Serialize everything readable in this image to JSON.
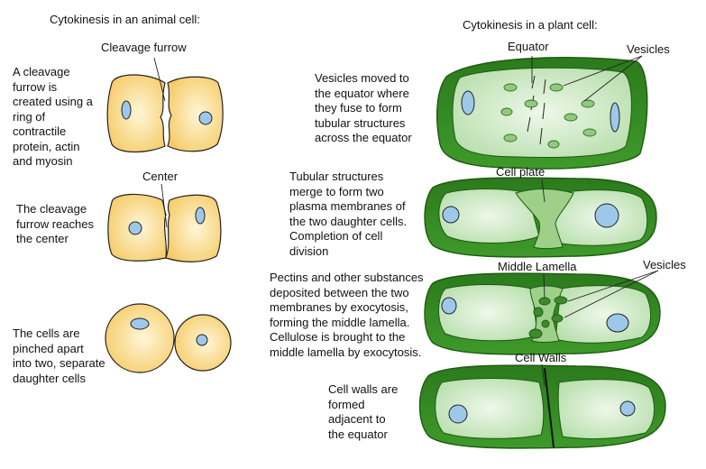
{
  "animal": {
    "heading": "Cytokinesis in an animal cell:",
    "stage1": {
      "label": "Cleavage furrow",
      "text": "A cleavage\nfurrow is\ncreated using a\nring of\ncontractile\nprotein, actin\nand myosin"
    },
    "stage2": {
      "label": "Center",
      "text": "The cleavage\nfurrow reaches\nthe center"
    },
    "stage3": {
      "text": "The cells are\npinched apart\ninto two, separate\ndaughter cells"
    }
  },
  "plant": {
    "heading": "Cytokinesis in a plant cell:",
    "stage1": {
      "label_equator": "Equator",
      "label_vesicles": "Vesicles",
      "text": "Vesicles moved to\nthe equator where\nthey fuse to form\ntubular structures\nacross the equator"
    },
    "stage2": {
      "label": "Cell plate",
      "text": "Tubular structures\nmerge to form two\nplasma membranes of\nthe two daughter cells.\nCompletion of cell\ndivision"
    },
    "stage3": {
      "label_middle": "Middle Lamella",
      "label_vesicles": "Vesicles",
      "text": "Pectins and other substances\ndeposited between the two\nmembranes by exocytosis,\nforming the middle lamella.\nCellulose is brought to the\nmiddle lamella by exocytosis."
    },
    "stage4": {
      "label": "Cell Walls",
      "text": "Cell walls are\nformed\nadjacent to\nthe equator"
    }
  },
  "colors": {
    "animal_cell_fill": "#f7cf6e",
    "animal_cell_light": "#fff6d8",
    "nucleus": "#9ec8ea",
    "cell_wall": "#2e7d1e",
    "cell_wall_dark": "#1f5a12",
    "plant_cytoplasm": "#c6e6bd",
    "plant_cytoplasm_light": "#e8f6e2",
    "vesicle_light": "#92c97e",
    "vesicle_dark": "#3f8a2e"
  }
}
